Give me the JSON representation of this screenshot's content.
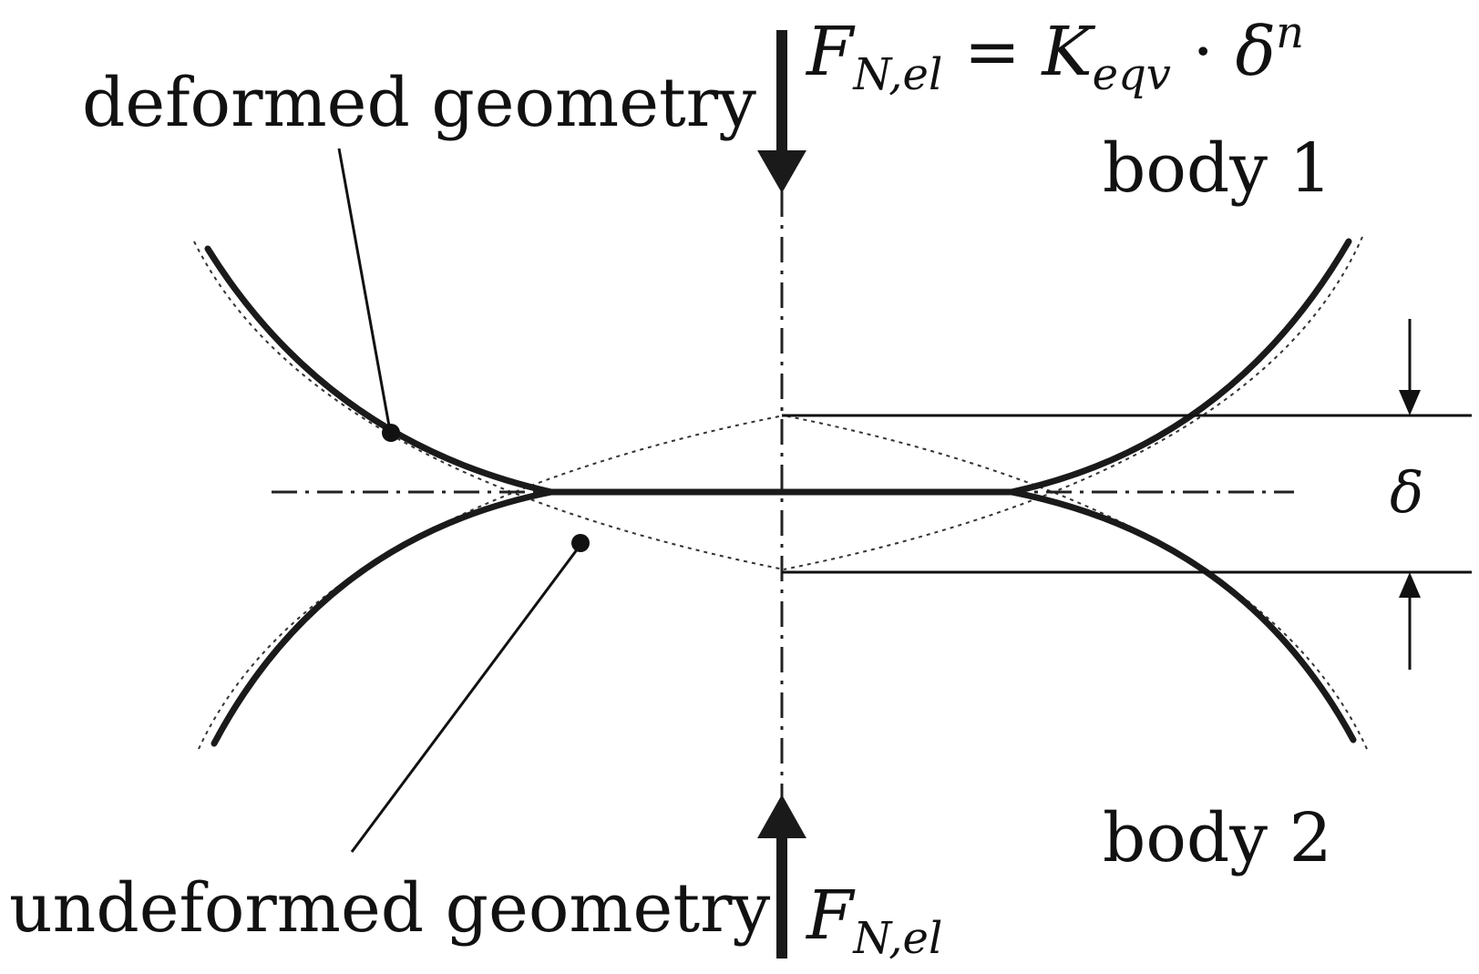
{
  "labels": {
    "deformed": "deformed geometry",
    "undeformed": "undeformed geometry",
    "body1": "body 1",
    "body2": "body 2"
  },
  "formula_top": {
    "F": "F",
    "F_sub": "N,el",
    "eq": " = ",
    "K": "K",
    "K_sub": "eqv",
    "dot": " · ",
    "delta": "δ",
    "exp": "n"
  },
  "formula_bottom": {
    "F": "F",
    "F_sub": "N,el"
  },
  "delta_symbol": "δ"
}
